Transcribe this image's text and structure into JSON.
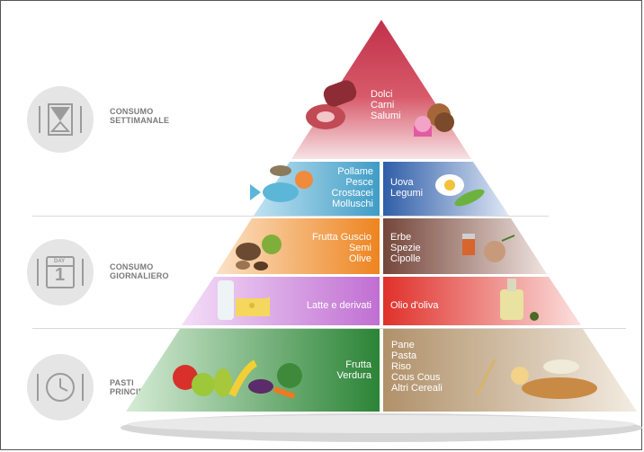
{
  "sections": [
    {
      "title": [
        "CONSUMO",
        "SETTIMANALE"
      ]
    },
    {
      "title": [
        "CONSUMO",
        "GIORNALIERO"
      ],
      "day_tag": "DAY",
      "day_number": "1"
    },
    {
      "title": [
        "PASTI",
        "PRINCIPALI"
      ]
    }
  ],
  "pyramid": {
    "top": [
      "Dolci",
      "Carni",
      "Salumi"
    ],
    "protein_left": [
      "Pollame",
      "Pesce",
      "Crostacei",
      "Molluschi"
    ],
    "protein_right": [
      "Uova",
      "Legumi"
    ],
    "nuts_left": [
      "Frutta Guscio",
      "Semi",
      "Olive"
    ],
    "herbs_right": [
      "Erbe",
      "Spezie",
      "Cipolle"
    ],
    "dairy_left": "Latte e derivati",
    "oil_right": "Olio d'oliva",
    "produce_left": [
      "Frutta",
      "Verdura"
    ],
    "grains_right": [
      "Pane",
      "Pasta",
      "Riso",
      "Cous Cous",
      "Altri Cereali"
    ]
  },
  "colors": {
    "top_red": "#cf3a4c",
    "protein_left": "#4aa3c8",
    "protein_right": "#2f5ea8",
    "nuts_left": "#f08a24",
    "herbs_right": "#7a4a3a",
    "dairy_left": "#c77ad6",
    "oil_right": "#e0332d",
    "produce_left": "#2f8a3a",
    "grains_right": "#b79a72",
    "badge": "#e5e5e5",
    "plate": "#d8d8d8"
  },
  "icons": [
    "hourglass-cutlery-icon",
    "calendar-cutlery-icon",
    "clock-cutlery-icon"
  ]
}
